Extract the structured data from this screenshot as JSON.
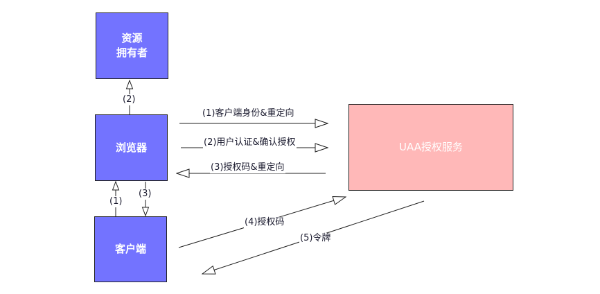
{
  "nodes": {
    "resource_owner": {
      "line1": "资源",
      "line2": "拥有者"
    },
    "browser": {
      "label": "浏览器"
    },
    "client": {
      "label": "客户端"
    },
    "uaa": {
      "label": "UAA授权服务"
    }
  },
  "edges": {
    "step1_browser_to_uaa": "(1)客户端身份&重定向",
    "step2_browser_to_uaa": "(2)用户认证&确认授权",
    "step3_uaa_to_browser": "(3)授权码&重定向",
    "step4_client_to_uaa": "(4)授权码",
    "step5_uaa_to_client": "(5)令牌",
    "browser_to_owner": "(2)",
    "client_to_browser": "(1)",
    "browser_to_client": "(3)"
  },
  "colors": {
    "actor_fill": "#7373ff",
    "server_fill": "#ffb8b8",
    "line": "#1f1f1f",
    "text": "#1a1a2e"
  }
}
